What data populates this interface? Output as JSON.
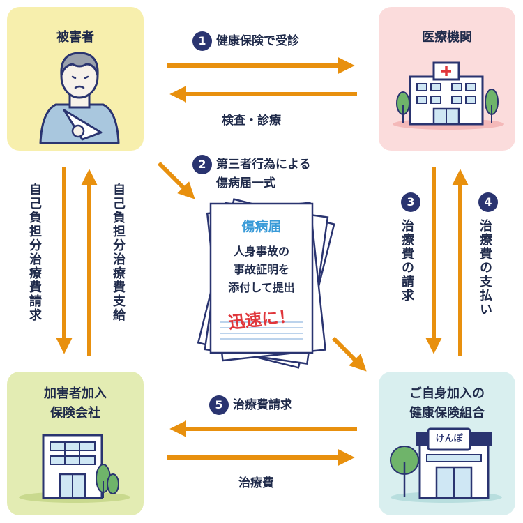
{
  "boxes": {
    "victim": "被害者",
    "hospital": "医療機関",
    "insurer_line1": "加害者加入",
    "insurer_line2": "保険会社",
    "kenpo_line1": "ご自身加入の",
    "kenpo_line2": "健康保険組合",
    "kenpo_sign": "けんぽ"
  },
  "flows": {
    "step1": {
      "number": "1",
      "label": "健康保険で受診"
    },
    "exam": "検査・診療",
    "step2": {
      "number": "2",
      "label_line1": "第三者行為による",
      "label_line2": "傷病届一式"
    },
    "step3": {
      "number": "3",
      "label": "治療費の請求"
    },
    "step4": {
      "number": "4",
      "label": "治療費の支払い"
    },
    "step5": {
      "number": "5",
      "label": "治療費請求"
    },
    "treatment_fee": "治療費",
    "self_pay_claim": "自己負担分治療費請求",
    "self_pay_payment": "自己負担分治療費支給"
  },
  "document": {
    "heading": "傷病届",
    "body_line1": "人身事故の",
    "body_line2": "事故証明を",
    "body_line3": "添付して提出",
    "stamp": "迅速に！"
  },
  "colors": {
    "arrow": "#e8900e",
    "navy": "#2a3470",
    "victim_bg": "#f7efad",
    "hospital_bg": "#fbdcdc",
    "insurer_bg": "#e3ecb3",
    "kenpo_bg": "#d9efef",
    "doc_heading": "#3a9bd8",
    "stamp_red": "#e0363b"
  }
}
